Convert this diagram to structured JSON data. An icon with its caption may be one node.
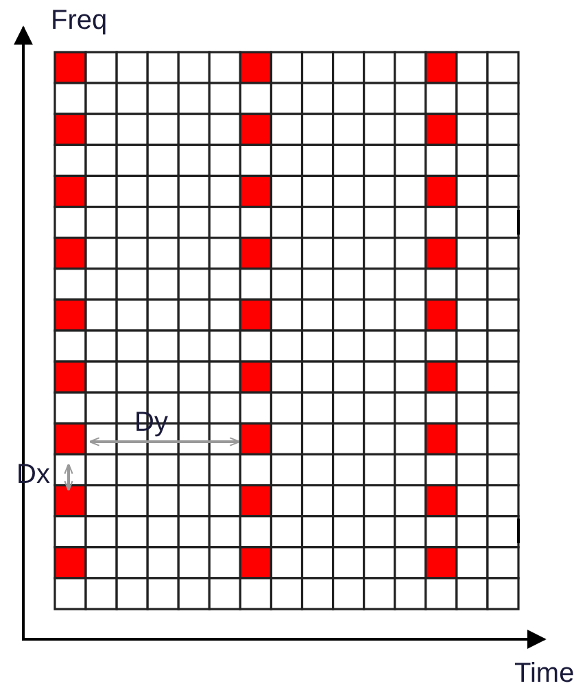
{
  "diagram": {
    "labels": [
      "Freq",
      "Dy",
      "Dx",
      "Time"
    ]
  }
}
